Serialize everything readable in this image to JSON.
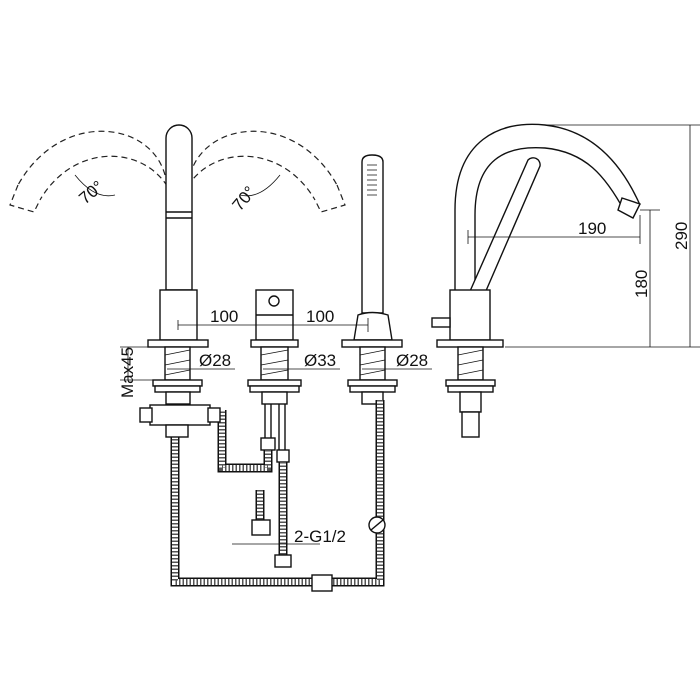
{
  "dimensions": {
    "swivel_left": "70°",
    "swivel_right": "70°",
    "spacing_left": "100",
    "spacing_right": "100",
    "max_deck": "Max45",
    "dia_spout": "Ø28",
    "dia_mixer": "Ø33",
    "dia_shower": "Ø28",
    "connection": "2-G1/2",
    "reach": "190",
    "spout_height": "180",
    "total_height": "290"
  }
}
